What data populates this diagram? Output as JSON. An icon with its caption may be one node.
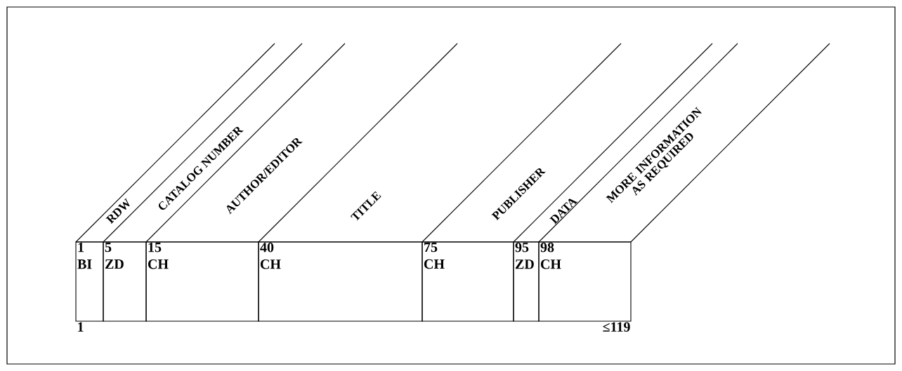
{
  "diagram": {
    "nodes": [
      {
        "text": [
          "RDW",
          "1",
          "BI"
        ]
      },
      {
        "text": [
          "CATALOG NUMBER",
          "5",
          "ZD"
        ]
      },
      {
        "text": [
          "AUTHOR/EDITOR",
          "15",
          "CH"
        ]
      },
      {
        "text": [
          "TITLE",
          "40",
          "CH"
        ]
      },
      {
        "text": [
          "PUBLISHER",
          "75",
          "CH"
        ]
      },
      {
        "text": [
          "DATA",
          "95",
          "ZD"
        ]
      },
      {
        "text": [
          "MORE INFORMATION AS REQUIRED",
          "98",
          "CH"
        ]
      }
    ],
    "edges": [],
    "labels": [
      "1",
      "≤119"
    ]
  }
}
